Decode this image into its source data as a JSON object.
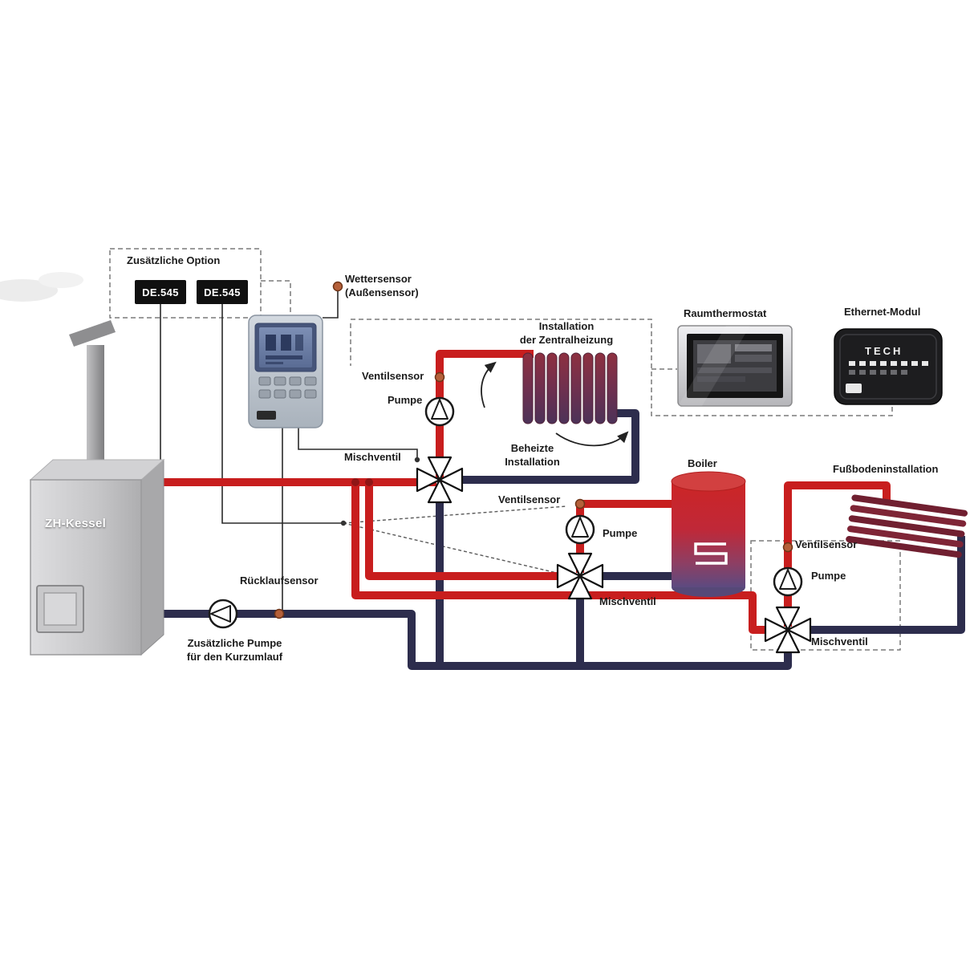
{
  "diagram": {
    "colors": {
      "supply_pipe": "#c81e1e",
      "return_pipe": "#2d2d4d",
      "sensor_dot": "#b5603a",
      "tank_red": "#c92626"
    },
    "option_box": {
      "title": "Zusätzliche Option",
      "module_a": "DE.545",
      "module_b": "DE.545"
    },
    "weather_sensor": {
      "line1": "Wettersensor",
      "line2": "(Außensensor)"
    },
    "boiler": {
      "label": "ZH-Kessel"
    },
    "return_line": {
      "sensor": "Rücklaufsensor",
      "pump_line1": "Zusätzliche Pumpe",
      "pump_line2": "für den Kurzumlauf"
    },
    "radiator_circuit": {
      "valve_sensor": "Ventilsensor",
      "pump": "Pumpe",
      "mixing_valve": "Mischventil",
      "heating_line1": "Installation",
      "heating_line2": "der Zentralheizung",
      "heated_line1": "Beheizte",
      "heated_line2": "Installation"
    },
    "dhw_circuit": {
      "valve_sensor": "Ventilsensor",
      "pump": "Pumpe",
      "mixing_valve": "Mischventil",
      "tank": "Boiler"
    },
    "floor_circuit": {
      "valve_sensor": "Ventilsensor",
      "pump": "Pumpe",
      "mixing_valve": "Mischventil",
      "floor": "Fußbodeninstallation"
    },
    "room_thermostat": {
      "label": "Raumthermostat"
    },
    "ethernet_module": {
      "label": "Ethernet-Modul",
      "brand": "TECH"
    }
  }
}
